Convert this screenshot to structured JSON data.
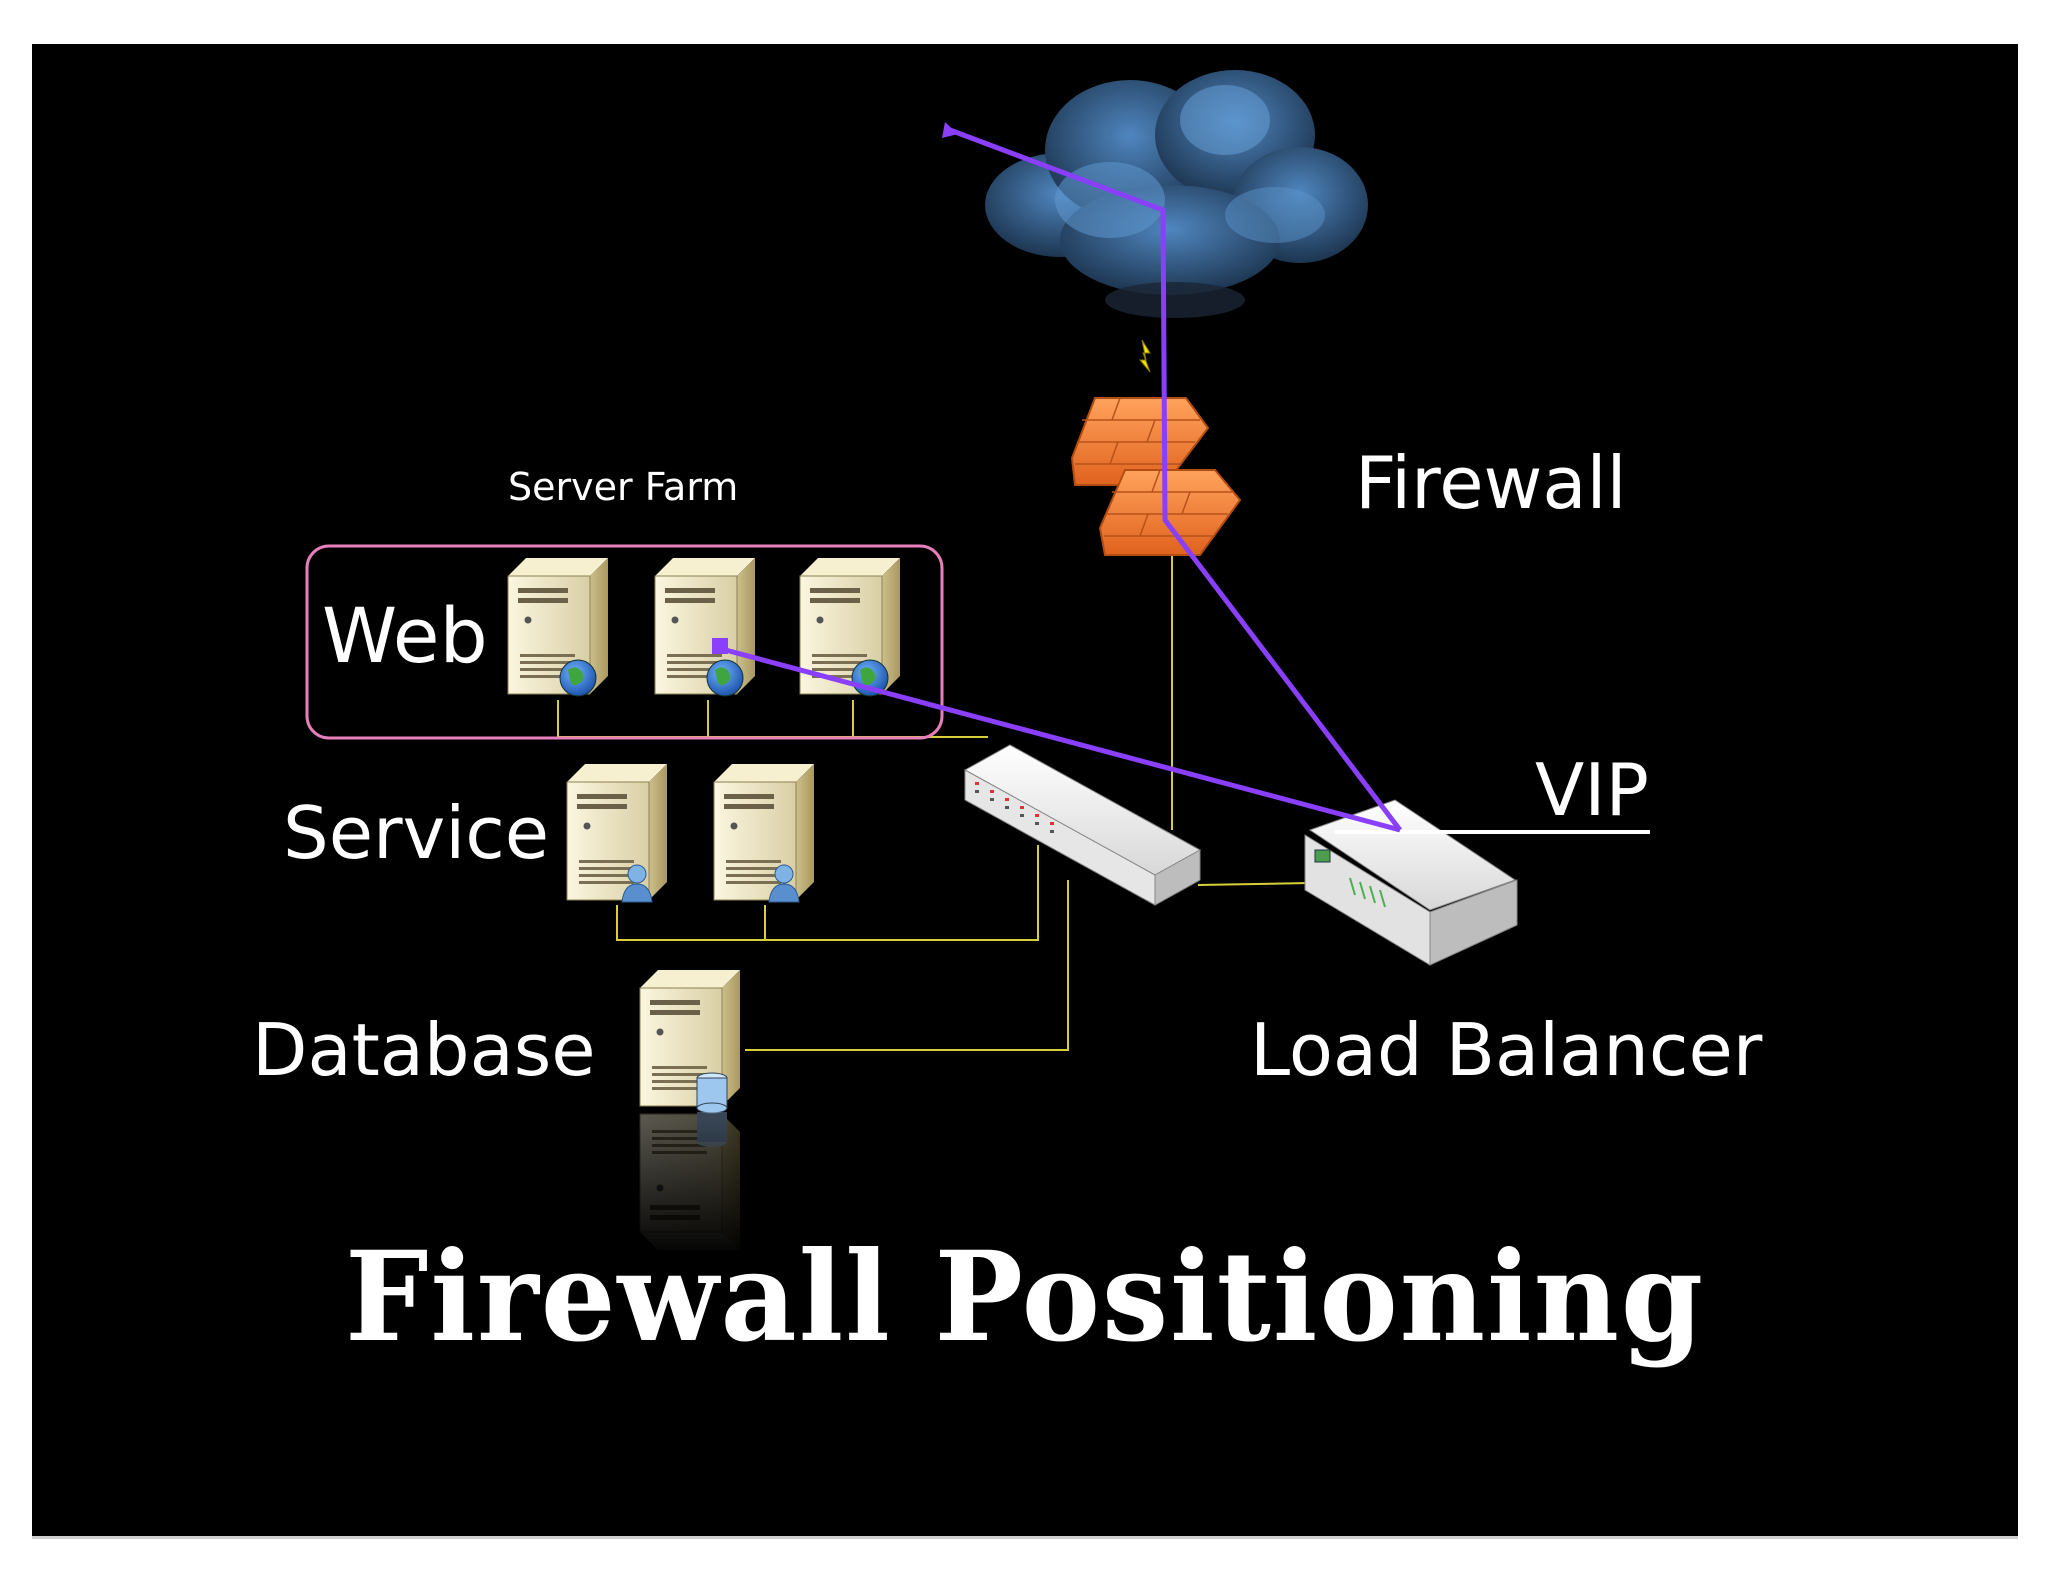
{
  "labels": {
    "server_farm": "Server Farm",
    "web": "Web",
    "service": "Service",
    "database": "Database",
    "firewall": "Firewall",
    "vip": "VIP",
    "load_balancer": "Load Balancer"
  },
  "title": "Firewall Positioning",
  "colors": {
    "slide_background": "#000000",
    "traffic_path": "#8a3ffc",
    "network_links": "#d6cf3a",
    "server_farm_border": "#e77fbd",
    "firewall_bricks": "#f2813a",
    "cloud": "#3f6f9e"
  },
  "icons": {
    "web_servers": [
      "server-globe-icon",
      "server-globe-icon",
      "server-globe-icon"
    ],
    "service_servers": [
      "server-user-icon",
      "server-user-icon"
    ],
    "database_server": "server-database-icon",
    "firewall": "brick-firewall-icon",
    "cloud": "internet-cloud-icon",
    "switch": "network-switch-icon",
    "load_balancer": "load-balancer-icon"
  }
}
